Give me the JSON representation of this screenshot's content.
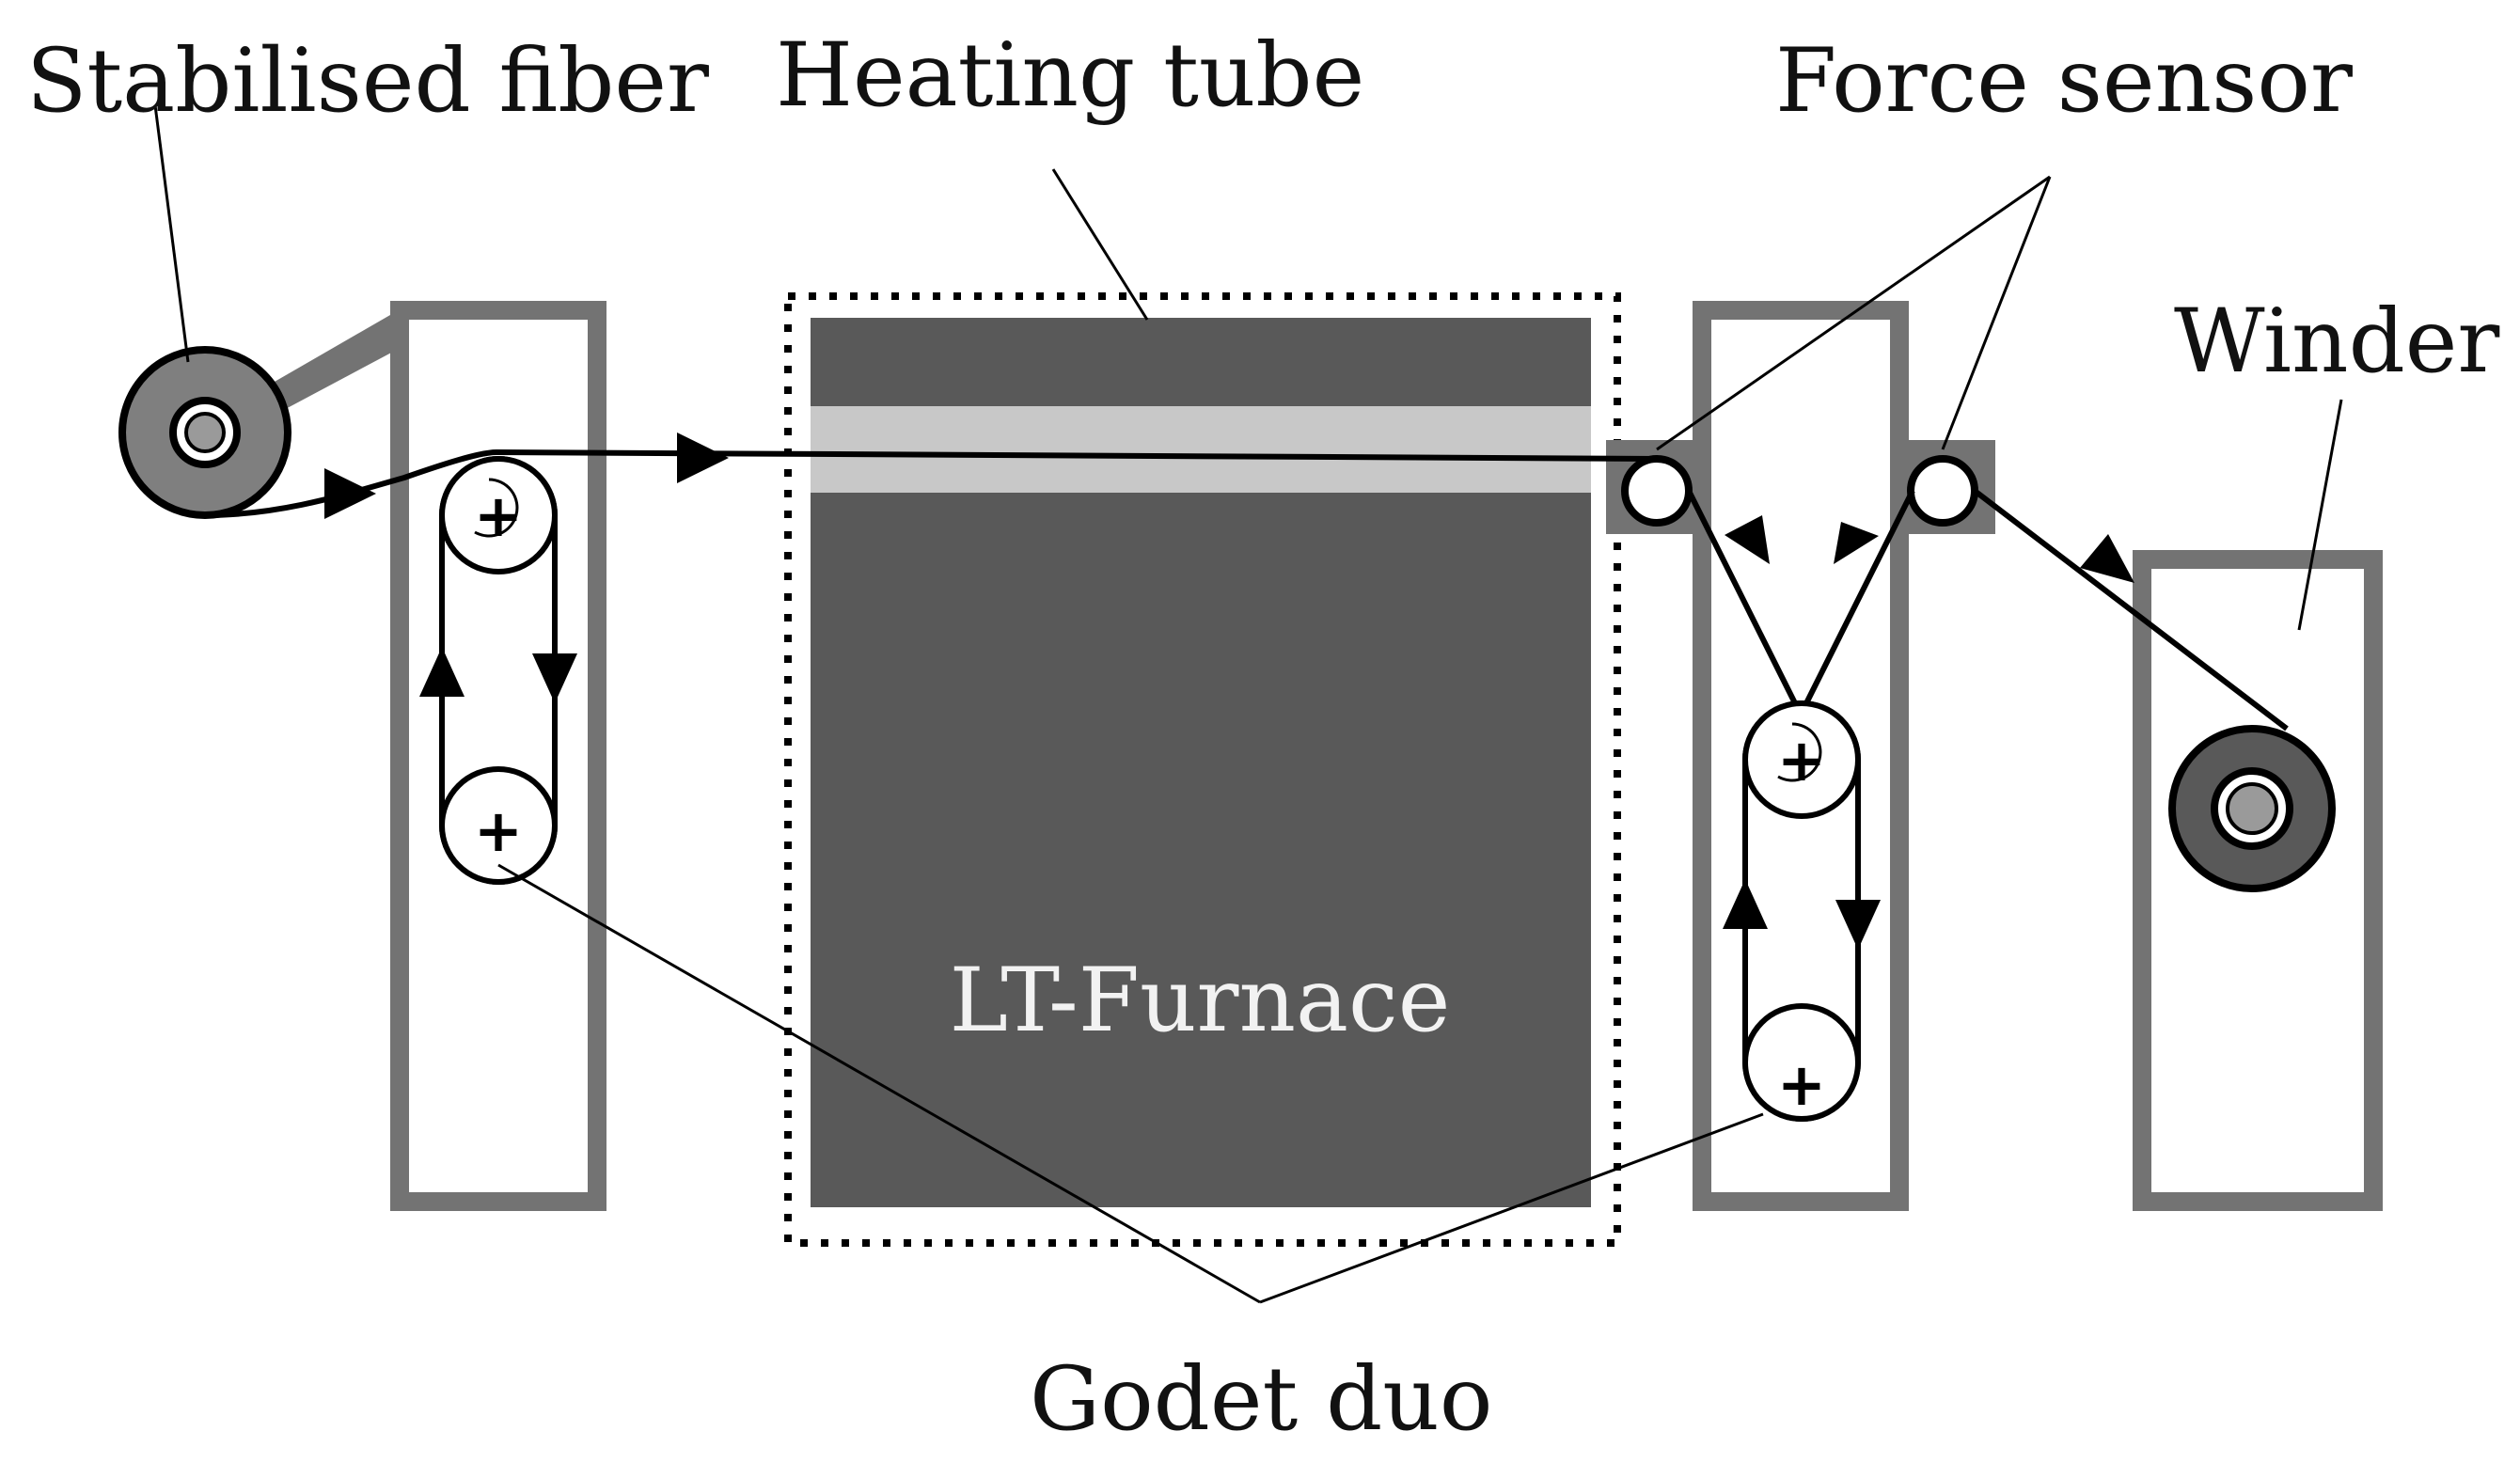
{
  "labels": {
    "stabilised_fiber": "Stabilised fiber",
    "heating_tube": "Heating tube",
    "force_sensor": "Force sensor",
    "winder": "Winder",
    "furnace": "LT-Furnace",
    "godet_duo": "Godet duo"
  },
  "symbols": {
    "roller_axis": "+"
  },
  "colors": {
    "furnace_fill": "#595959",
    "heating_tube_fill": "#c8c8c8",
    "frame_stroke": "#737373",
    "fiber_line": "#000000",
    "spool_fill": "#7f7f7f",
    "furnace_label": "#f2f2f2"
  }
}
